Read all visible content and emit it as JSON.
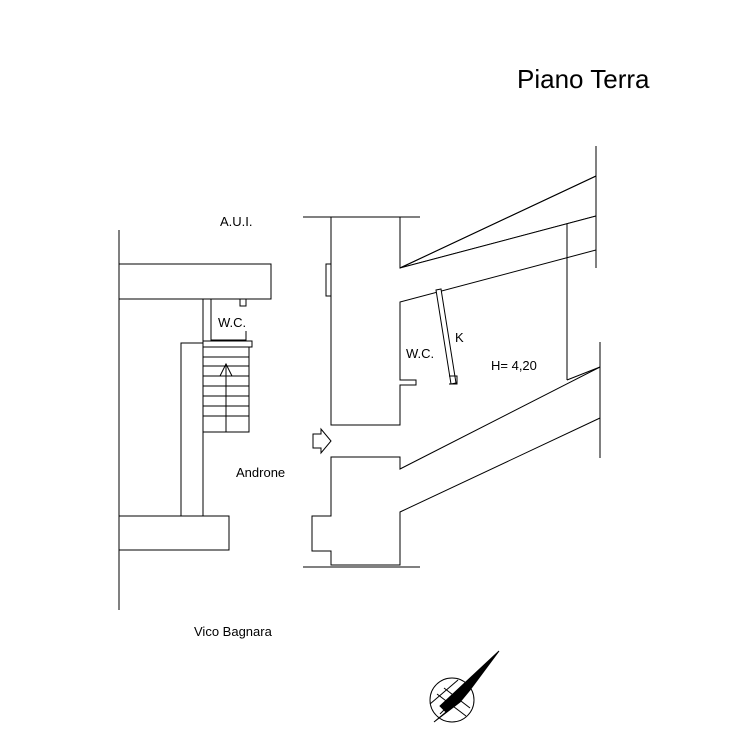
{
  "plan": {
    "title": "Piano Terra",
    "labels": {
      "aui": "A.U.I.",
      "wc_left": "W.C.",
      "wc_right": "W.C.",
      "kitchen": "K",
      "height": "H= 4,20",
      "androne": "Androne",
      "street": "Vico Bagnara"
    },
    "colors": {
      "ink": "#000000",
      "paper": "#ffffff"
    },
    "icons": {
      "entrance": "entrance-arrow-icon",
      "north": "north-arrow-icon"
    }
  }
}
